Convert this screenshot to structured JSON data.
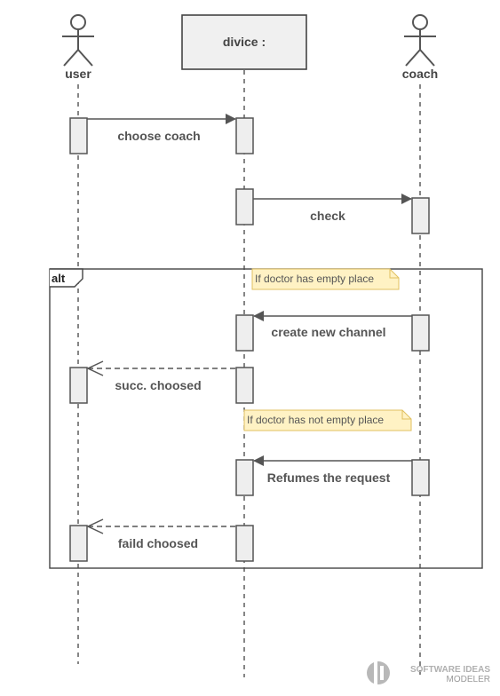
{
  "participants": {
    "user": "user",
    "device": "divice :",
    "coach": "coach"
  },
  "frame": {
    "operator": "alt"
  },
  "notes": {
    "condition_1": "If doctor has empty place",
    "condition_2": "If doctor has not empty place"
  },
  "messages": {
    "m1": "choose coach",
    "m2": "check",
    "m3": "create new channel",
    "m4": "succ. choosed",
    "m5": "Refumes the request",
    "m6": "faild choosed"
  },
  "watermark": {
    "line1": "SOFTWARE IDEAS",
    "line2": "MODELER"
  }
}
